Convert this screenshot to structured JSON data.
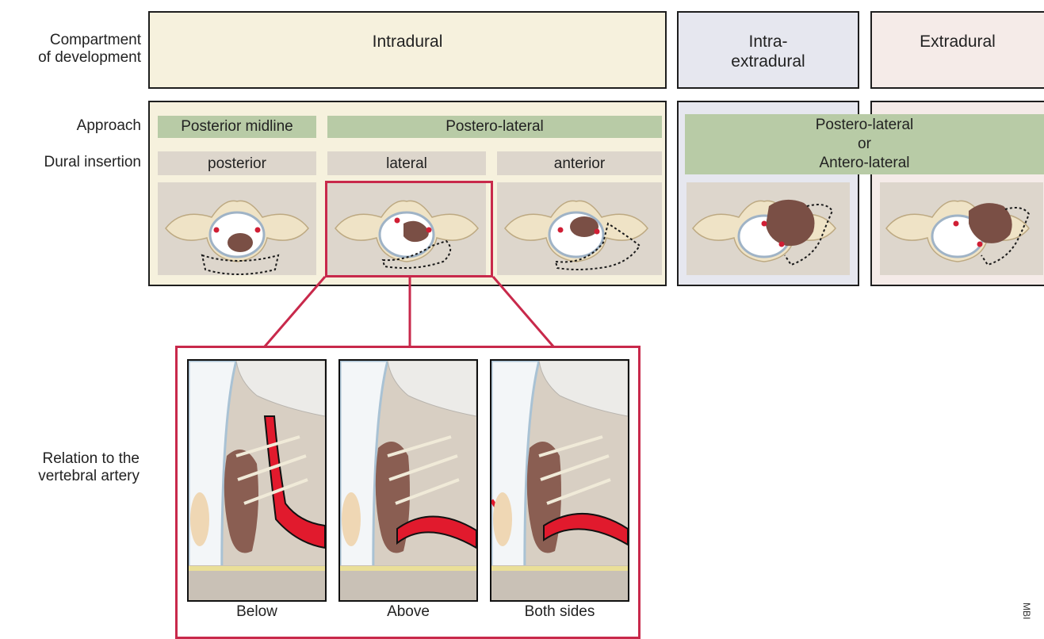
{
  "row_labels": {
    "compartment": "Compartment\nof development",
    "approach": "Approach",
    "dural_insertion": "Dural insertion",
    "relation": "Relation to the\nvertebral artery"
  },
  "compartments": {
    "intradural": "Intradural",
    "intra_extradural": "Intra-\nextradural",
    "extradural": "Extradural"
  },
  "approaches": {
    "posterior_midline": "Posterior midline",
    "postero_lateral": "Postero-lateral",
    "postero_or_antero": "Postero-lateral\nor\nAntero-lateral"
  },
  "dural_insertions": {
    "posterior": "posterior",
    "lateral": "lateral",
    "anterior": "anterior"
  },
  "relations": {
    "below": "Below",
    "above": "Above",
    "both_sides": "Both sides"
  },
  "watermark": "MBI",
  "colors": {
    "frame_red": "#c8294b",
    "approach_green": "#b8cba6",
    "insertion_grey": "#ddd6cc",
    "intradural_bg": "#f6f1dd",
    "intra_extradural_bg": "#e6e7ef",
    "extradural_bg": "#f5ebe8",
    "tumor": "#7a4f45",
    "artery": "#e0182c"
  }
}
